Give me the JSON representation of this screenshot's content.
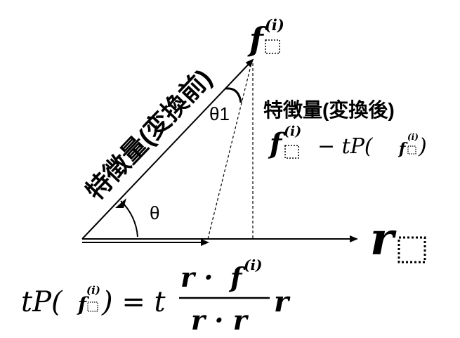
{
  "diagram": {
    "labels": {
      "vector_before": "特徴量(変換前)",
      "vector_after": "特徴量(変換後)",
      "angle_theta": "θ",
      "angle_theta1": "θ1"
    },
    "math": {
      "f_symbol": "f",
      "f_superscript": "(i)",
      "r_symbol": "r",
      "minus_tP": "− tP(",
      "close_paren": ")",
      "formula_lhs_tP": "tP(",
      "formula_equals_t": ") = t",
      "numerator_r_dot": "r · ",
      "denominator": "r · r",
      "formula_tail_r": "r"
    },
    "colors": {
      "stroke": "#000000",
      "text": "#000000",
      "placeholder_box": "#000000"
    }
  }
}
